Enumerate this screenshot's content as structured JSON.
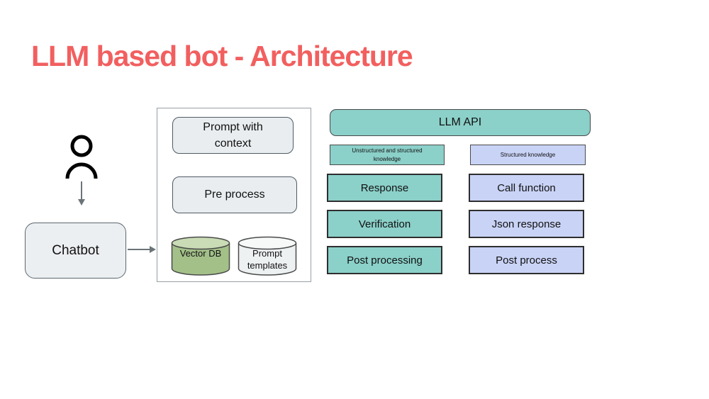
{
  "title": "LLM based bot - Architecture",
  "flow": {
    "chatbot": "Chatbot"
  },
  "pipeline": {
    "prompt_with_context": "Prompt with context",
    "pre_process": "Pre process",
    "vector_db": "Vector DB",
    "prompt_templates": "Prompt templates"
  },
  "llm": {
    "api_label": "LLM API",
    "columns": [
      {
        "header": "Unstructured and structured knowledge",
        "accent": "#8bd0c9",
        "items": [
          "Response",
          "Verification",
          "Post processing"
        ]
      },
      {
        "header": "Structured knowledge",
        "accent": "#c9d3f6",
        "items": [
          "Call function",
          "Json response",
          "Post process"
        ]
      }
    ]
  },
  "colors": {
    "title": "#f25f5f",
    "teal": "#8bd0c9",
    "lavender": "#c9d3f6",
    "cylinder_green_body": "#a3c089",
    "cylinder_green_top": "#c9dcb5",
    "cylinder_gray_body": "#eef1f2",
    "cylinder_gray_top": "#f7f9f9",
    "light_box": "#eceff1",
    "arrow": "#6b7478"
  }
}
